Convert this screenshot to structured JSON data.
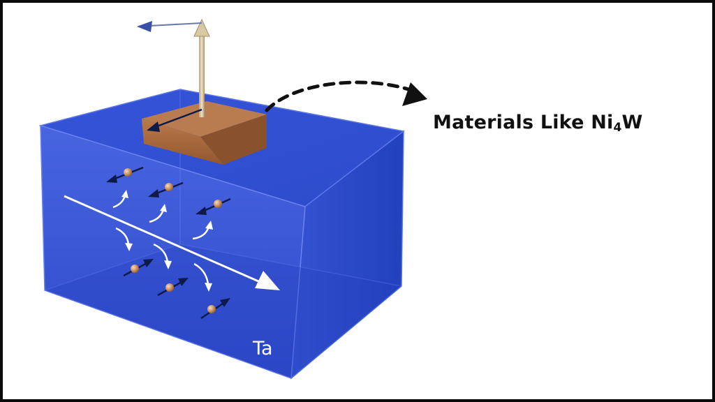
{
  "callout": {
    "text_main": "Materials Like Ni",
    "subscript": "4",
    "text_end": "W"
  },
  "box": {
    "label": "Ta",
    "color_front": "#3a57d6",
    "color_top": "#3050cf",
    "color_side": "#2a47c4"
  },
  "block": {
    "color_front": "#a9683c",
    "color_top": "#b5754a",
    "color_side": "#8e532c"
  }
}
